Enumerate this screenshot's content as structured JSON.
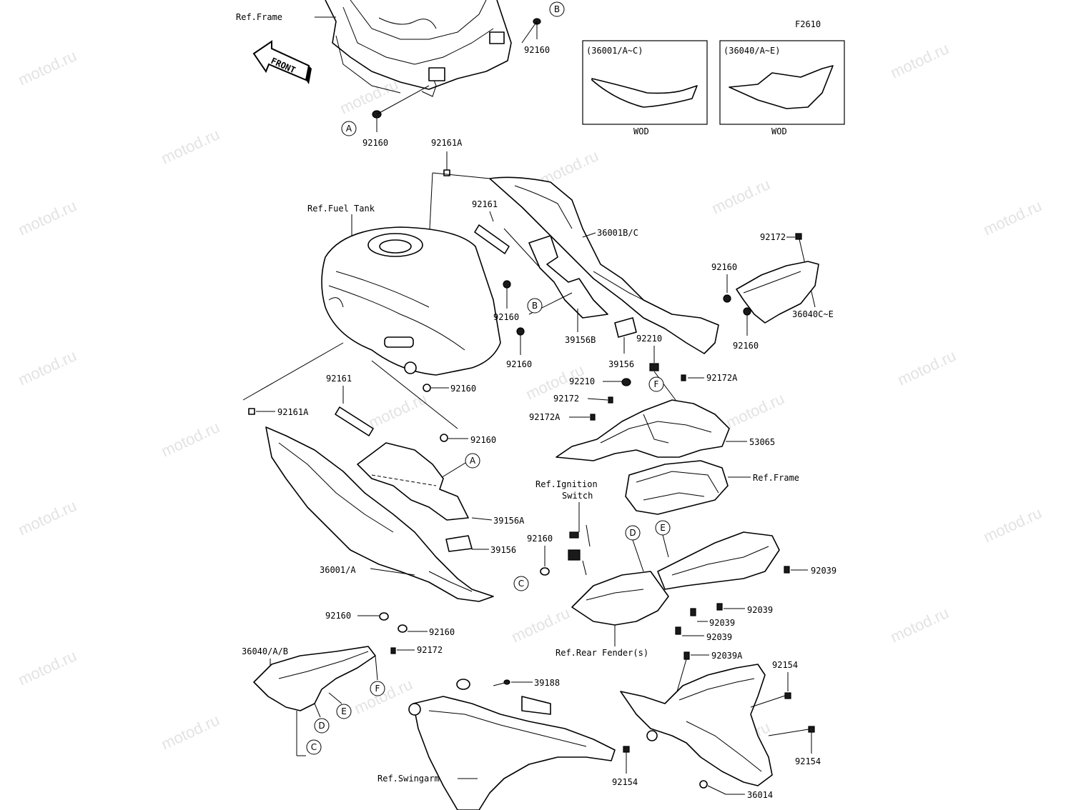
{
  "figure_code": "F2610",
  "front_label": "FRONT",
  "watermark": "motod.ru",
  "insets": [
    {
      "caption": "(36001/A~C)",
      "note": "WOD"
    },
    {
      "caption": "(36040/A~E)",
      "note": "WOD"
    }
  ],
  "refs": {
    "frame_top": "Ref.Frame",
    "fuel_tank": "Ref.Fuel Tank",
    "frame_mid": "Ref.Frame",
    "ignition_1": "Ref.Ignition",
    "ignition_2": "Switch",
    "rear_fender": "Ref.Rear Fender(s)",
    "swingarm": "Ref.Swingarm"
  },
  "part_numbers": {
    "p92160_top": "92160",
    "p92160_a": "92160",
    "p92161a_top": "92161A",
    "p92161_right": "92161",
    "p36001bc": "36001B/C",
    "p92172_top": "92172",
    "p92160_r1": "92160",
    "p36040ce": "36040C~E",
    "p92160_r2": "92160",
    "p92160_mid": "92160",
    "p39156b": "39156B",
    "p92210_a": "92210",
    "p92160_tank": "92160",
    "p39156_r": "39156",
    "p92172a_r": "92172A",
    "p92210_b": "92210",
    "p92160_tankbot": "92160",
    "p92161_left": "92161",
    "p92172_mid": "92172",
    "p92161a_left": "92161A",
    "p92172a_mid": "92172A",
    "p53065": "53065",
    "p92160_left": "92160",
    "p39156a": "39156A",
    "p92160_ign": "92160",
    "p39156_l": "39156",
    "p92039_a": "92039",
    "p36001a": "36001/A",
    "p92039_b": "92039",
    "p92039_c": "92039",
    "p92160_ll1": "92160",
    "p92039_d": "92039",
    "p92160_ll2": "92160",
    "p92039a": "92039A",
    "p36040ab": "36040/A/B",
    "p92172_ll": "92172",
    "p92154_a": "92154",
    "p39188": "39188",
    "p92154_b": "92154",
    "p92154_c": "92154",
    "p36014": "36014"
  },
  "callouts": {
    "a1": "A",
    "a2": "A",
    "b1": "B",
    "b2": "B",
    "c1": "C",
    "c2": "C",
    "d1": "D",
    "d2": "D",
    "e1": "E",
    "e2": "E",
    "f1": "F",
    "f2": "F"
  }
}
